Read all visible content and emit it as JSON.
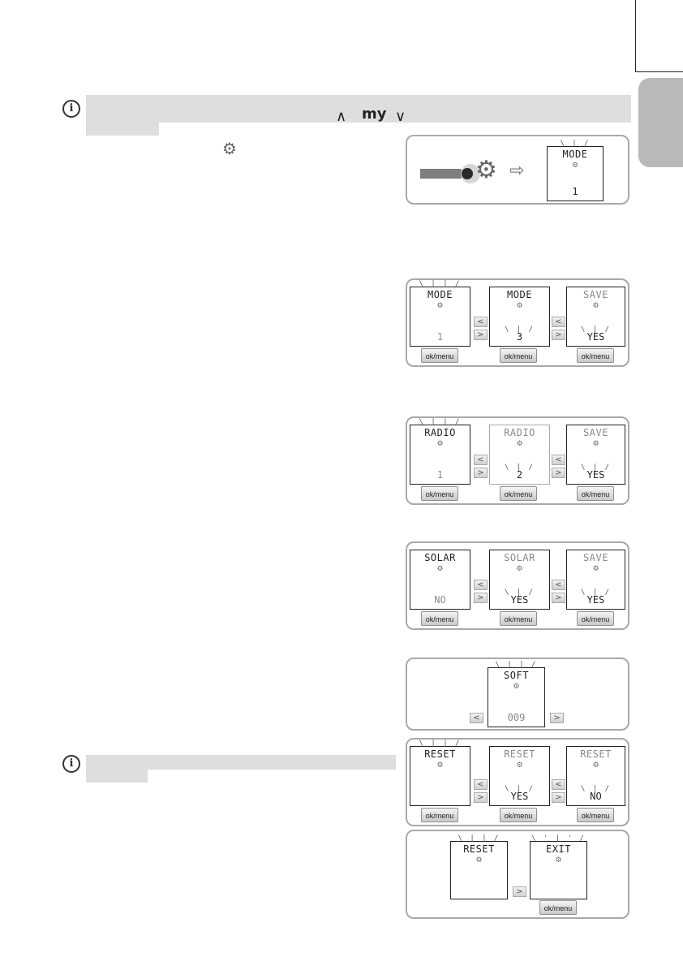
{
  "nav_symbols": {
    "up": "∧",
    "my": "my",
    "down": "∨"
  },
  "panels": {
    "start": {
      "title": "MODE",
      "value": "1"
    },
    "mode": {
      "screens": [
        {
          "title": "MODE",
          "value": "1"
        },
        {
          "title": "MODE",
          "value": "3"
        },
        {
          "title": "SAVE",
          "value": "YES"
        }
      ],
      "button": "ok/menu"
    },
    "radio": {
      "screens": [
        {
          "title": "RADIO",
          "value": "1"
        },
        {
          "title": "RADIO",
          "value": "2"
        },
        {
          "title": "SAVE",
          "value": "YES"
        }
      ],
      "button": "ok/menu"
    },
    "solar": {
      "screens": [
        {
          "title": "SOLAR",
          "value": "NO"
        },
        {
          "title": "SOLAR",
          "value": "YES"
        },
        {
          "title": "SAVE",
          "value": "YES"
        }
      ],
      "button": "ok/menu"
    },
    "soft": {
      "title": "SOFT",
      "value": "009"
    },
    "reset": {
      "screens": [
        {
          "title": "RESET",
          "value": ""
        },
        {
          "title": "RESET",
          "value": "YES"
        },
        {
          "title": "RESET",
          "value": "NO"
        }
      ],
      "button": "ok/menu"
    },
    "exit": {
      "screens": [
        {
          "title": "RESET"
        },
        {
          "title": "EXIT"
        }
      ],
      "button": "ok/menu"
    }
  },
  "colors": {
    "side_tab": "#b9b9b9",
    "note_bar": "#dedede",
    "panel_border": "#a9a9a9"
  }
}
